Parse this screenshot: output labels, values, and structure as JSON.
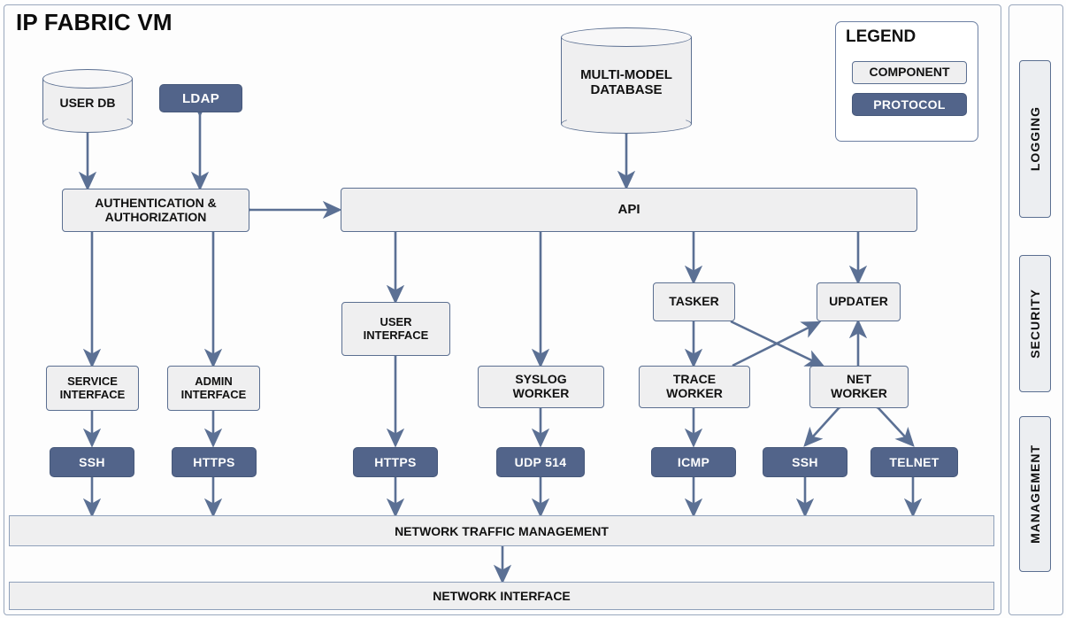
{
  "diagram": {
    "title": "IP FABRIC VM",
    "legend": {
      "title": "LEGEND",
      "component_label": "COMPONENT",
      "protocol_label": "PROTOCOL",
      "component_color": "#efeff0",
      "protocol_color": "#52648a"
    },
    "side_tabs": [
      {
        "label": "LOGGING"
      },
      {
        "label": "SECURITY"
      },
      {
        "label": "MANAGEMENT"
      }
    ],
    "databases": [
      {
        "id": "user-db",
        "label": "USER DB"
      },
      {
        "id": "multi-model-database",
        "label": "MULTI-MODEL\nDATABASE",
        "line1": "MULTI-MODEL",
        "line2": "DATABASE"
      }
    ],
    "components": [
      {
        "id": "authentication-authorization",
        "line1": "AUTHENTICATION &",
        "line2": "AUTHORIZATION"
      },
      {
        "id": "api",
        "line1": "API",
        "line2": ""
      },
      {
        "id": "service-interface",
        "line1": "SERVICE",
        "line2": "INTERFACE"
      },
      {
        "id": "admin-interface",
        "line1": "ADMIN",
        "line2": "INTERFACE"
      },
      {
        "id": "user-interface",
        "line1": "USER",
        "line2": "INTERFACE"
      },
      {
        "id": "syslog-worker",
        "line1": "SYSLOG",
        "line2": "WORKER"
      },
      {
        "id": "tasker",
        "line1": "TASKER",
        "line2": ""
      },
      {
        "id": "updater",
        "line1": "UPDATER",
        "line2": ""
      },
      {
        "id": "trace-worker",
        "line1": "TRACE",
        "line2": "WORKER"
      },
      {
        "id": "net-worker",
        "line1": "NET",
        "line2": "WORKER"
      }
    ],
    "protocols": [
      {
        "id": "ldap",
        "label": "LDAP"
      },
      {
        "id": "ssh-service",
        "label": "SSH"
      },
      {
        "id": "https-admin",
        "label": "HTTPS"
      },
      {
        "id": "https-user",
        "label": "HTTPS"
      },
      {
        "id": "udp-514",
        "label": "UDP 514"
      },
      {
        "id": "icmp",
        "label": "ICMP"
      },
      {
        "id": "ssh-net",
        "label": "SSH"
      },
      {
        "id": "telnet",
        "label": "TELNET"
      }
    ],
    "bars": [
      {
        "id": "network-traffic-management",
        "label": "NETWORK TRAFFIC MANAGEMENT"
      },
      {
        "id": "network-interface",
        "label": "NETWORK INTERFACE"
      }
    ]
  }
}
